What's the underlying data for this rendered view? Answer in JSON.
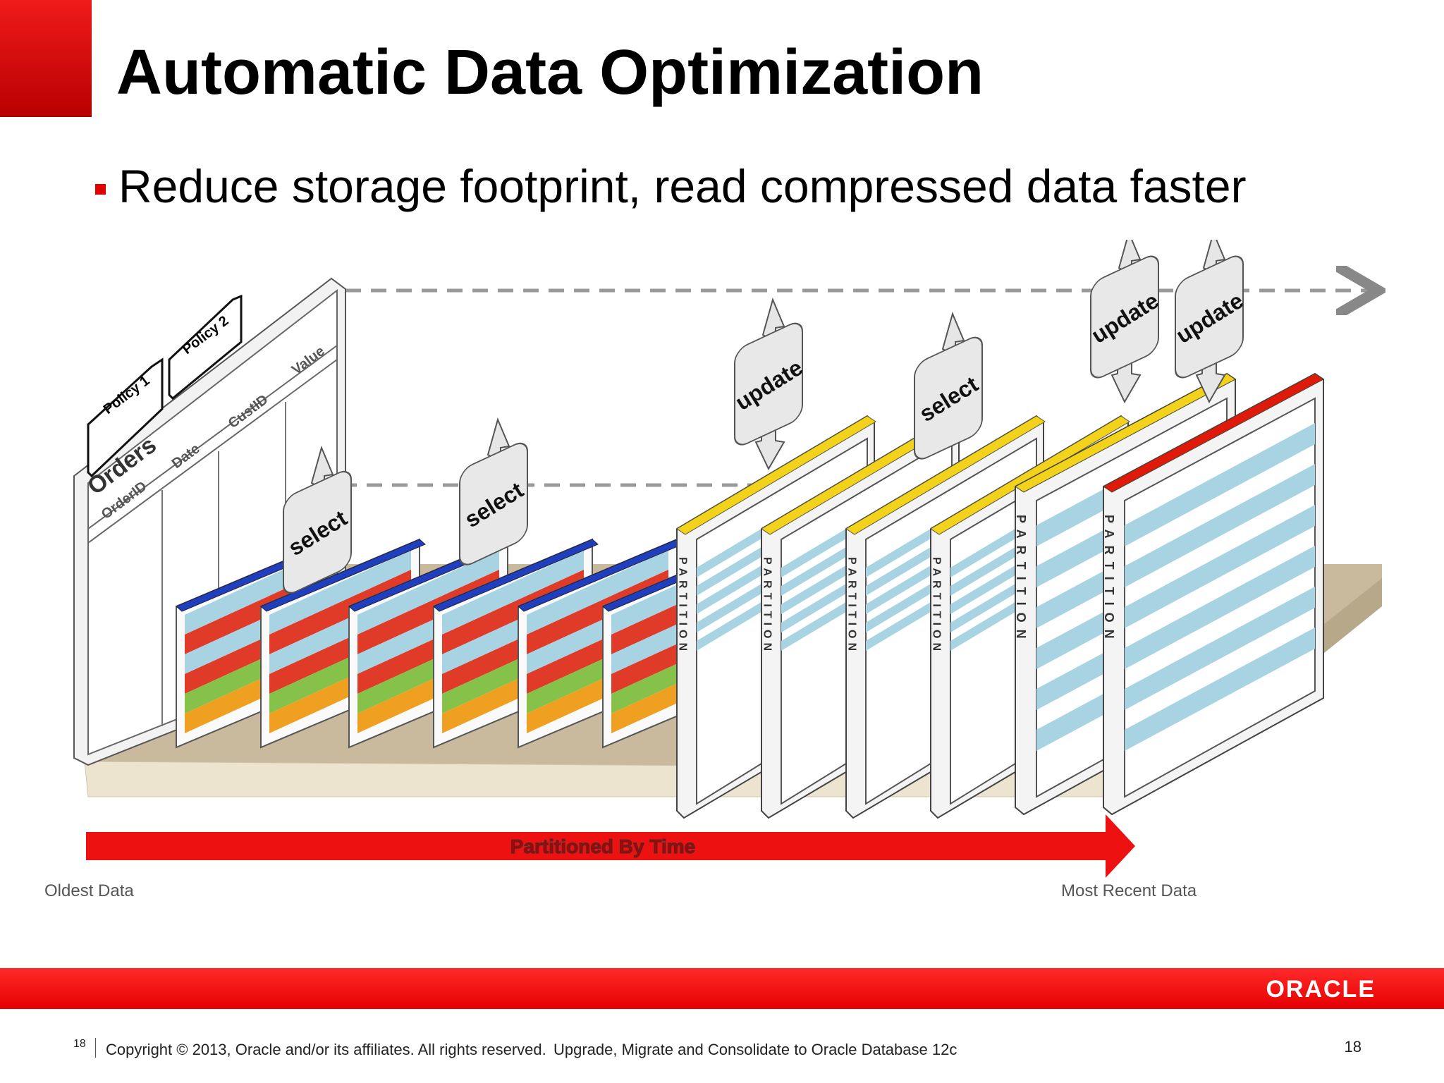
{
  "slide": {
    "title": "Automatic Data Optimization",
    "bullet": "Reduce storage footprint, read compressed data faster",
    "page_number": "18"
  },
  "diagram": {
    "table_name": "Orders",
    "columns": [
      "OrderID",
      "Date",
      "CustID",
      "Value"
    ],
    "policies": [
      "Policy 1",
      "Policy 2"
    ],
    "partition_label": "PARTITION",
    "actions": [
      "select",
      "select",
      "update",
      "select",
      "update",
      "update"
    ],
    "arrow_label": "Partitioned By Time",
    "oldest_label": "Oldest Data",
    "recent_label": "Most Recent Data",
    "colors": {
      "arrow": "#ee1111",
      "compressed_top": "#1f3fbf",
      "warm_top": "#f2d21a",
      "hot_top": "#e01a0a",
      "band_blue": "#a8d3e2",
      "band_red": "#e03a28",
      "band_green": "#86c24a",
      "band_orange": "#f0a020"
    }
  },
  "footer": {
    "copyright": "Copyright © 2013, Oracle and/or its affiliates. All rights reserved.",
    "subtitle": "Upgrade, Migrate and Consolidate to Oracle Database 12c",
    "logo": "ORACLE"
  }
}
